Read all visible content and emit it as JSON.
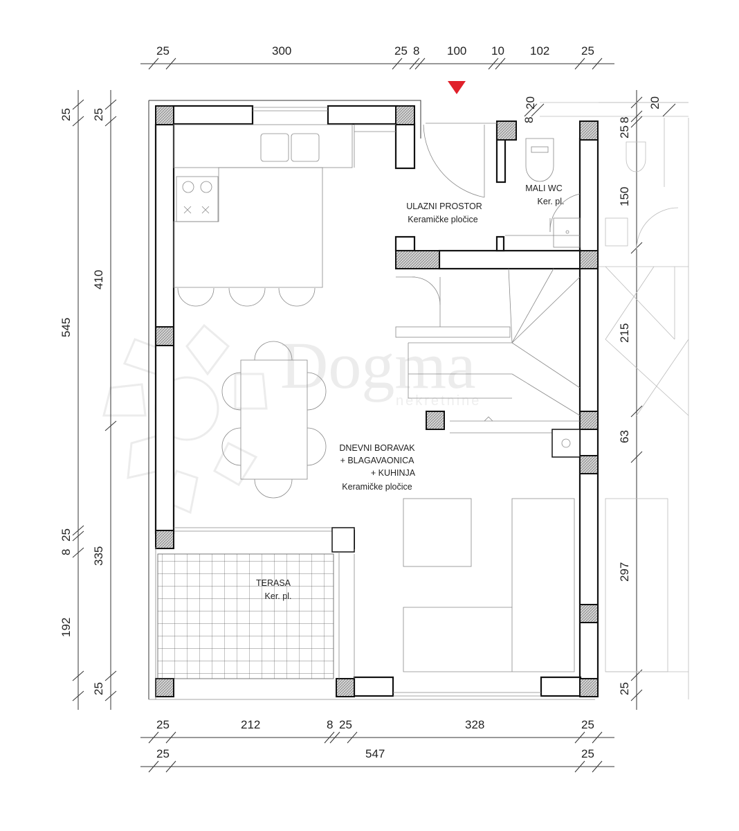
{
  "watermark": {
    "brand": "Dogma",
    "sub": "nekretnine"
  },
  "dims": {
    "top": [
      "25",
      "300",
      "25",
      "8",
      "100",
      "10",
      "102",
      "25"
    ],
    "bottom_row1": [
      "25",
      "212",
      "8",
      "25",
      "328",
      "25"
    ],
    "bottom_row2": [
      "25",
      "547",
      "25"
    ],
    "left_outer": [
      "25",
      "545",
      "8",
      "25",
      "192",
      "25"
    ],
    "left_inner": [
      "25",
      "410",
      "335"
    ],
    "right_top": [
      "8",
      "20",
      "20"
    ],
    "right_side": [
      "25",
      "8",
      "150",
      "215",
      "63",
      "297",
      "25"
    ]
  },
  "rooms": {
    "entrance": {
      "name": "ULAZNI PROSTOR",
      "floor": "Keramičke pločice"
    },
    "wc": {
      "name": "MALI WC",
      "floor": "Ker. pl."
    },
    "living": {
      "line1": "DNEVNI BORAVAK",
      "line2": "+ BLAGAVAONICA",
      "line3": "+ KUHINJA",
      "floor": "Keramičke pločice"
    },
    "terrace": {
      "name": "TERASA",
      "floor": "Ker. pl."
    }
  },
  "colors": {
    "entrance_marker": "#e0202a",
    "wall": "#111111",
    "watermark": "#ececec"
  }
}
